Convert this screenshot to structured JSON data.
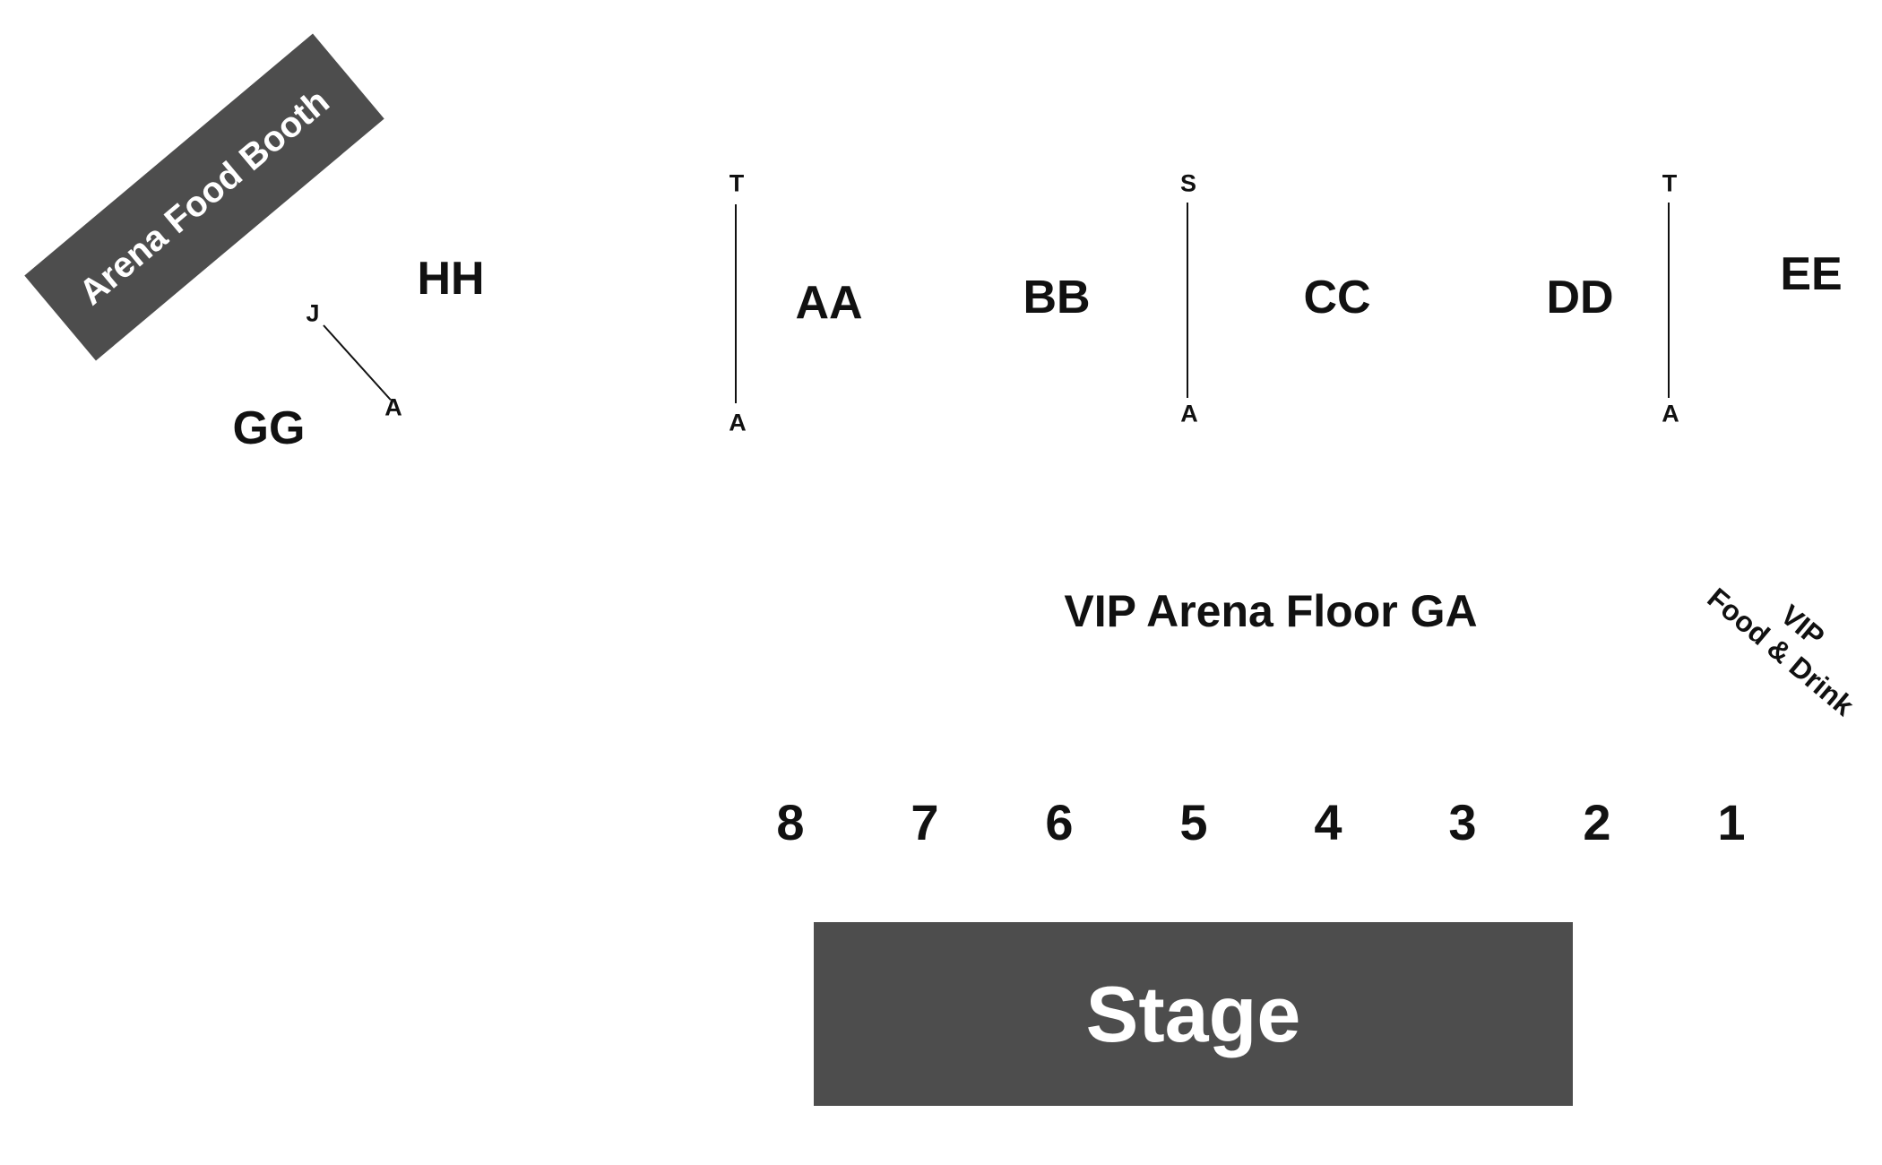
{
  "map": {
    "colors": {
      "block_fill": "#4d4d4d",
      "block_text": "#ffffff",
      "label_text": "#111111",
      "background": "#ffffff"
    },
    "food_booth": {
      "label": "Arena Food Booth"
    },
    "stage": {
      "label": "Stage"
    },
    "floor": {
      "label": "VIP Arena Floor GA"
    },
    "vip_food": {
      "line1": "VIP",
      "line2": "Food & Drink"
    },
    "sections": {
      "hh": "HH",
      "gg": "GG",
      "aa": "AA",
      "bb": "BB",
      "cc": "CC",
      "dd": "DD",
      "ee": "EE"
    },
    "row_markers": {
      "gg_hh": {
        "top": "J",
        "bottom": "A"
      },
      "aa": {
        "top": "T",
        "bottom": "A"
      },
      "bb_cc": {
        "top": "S",
        "bottom": "A"
      },
      "dd_ee": {
        "top": "T",
        "bottom": "A"
      }
    },
    "pit_sections": [
      "8",
      "7",
      "6",
      "5",
      "4",
      "3",
      "2",
      "1"
    ]
  }
}
